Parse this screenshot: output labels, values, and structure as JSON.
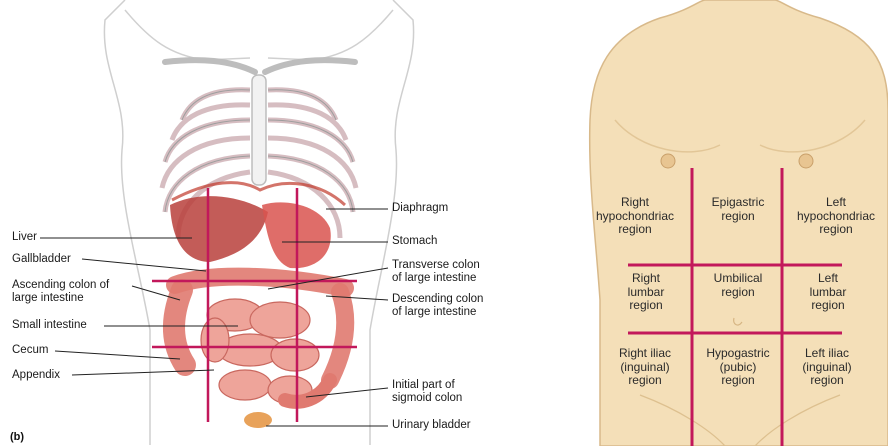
{
  "colors": {
    "grid_line": "#c2185b",
    "skin": "#f4dfb8",
    "skin_outline": "#d8b98a",
    "organ_red": "#d9534f",
    "intestine": "#e98d84",
    "bone": "#d9d9d9",
    "leader": "#222222"
  },
  "left_figure": {
    "panel_tag": "(b)",
    "labels": {
      "liver": "Liver",
      "gallbladder": "Gallbladder",
      "ascending_colon": "Ascending colon of\nlarge intestine",
      "small_intestine": "Small intestine",
      "cecum": "Cecum",
      "appendix": "Appendix",
      "diaphragm": "Diaphragm",
      "stomach": "Stomach",
      "transverse_colon": "Transverse colon\nof large intestine",
      "descending_colon": "Descending colon\nof large intestine",
      "sigmoid_colon": "Initial part of\nsigmoid colon",
      "urinary_bladder": "Urinary bladder"
    }
  },
  "right_figure": {
    "regions": {
      "right_hypochondriac": "Right\nhypochondriac\nregion",
      "epigastric": "Epigastric\nregion",
      "left_hypochondriac": "Left\nhypochondriac\nregion",
      "right_lumbar": "Right\nlumbar\nregion",
      "umbilical": "Umbilical\nregion",
      "left_lumbar": "Left\nlumbar\nregion",
      "right_iliac": "Right iliac\n(inguinal)\nregion",
      "hypogastric": "Hypogastric\n(pubic)\nregion",
      "left_iliac": "Left iliac\n(inguinal)\nregion"
    }
  }
}
